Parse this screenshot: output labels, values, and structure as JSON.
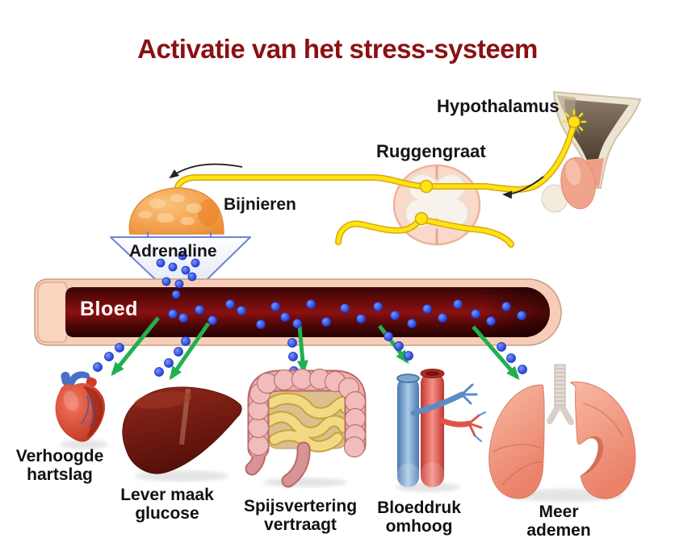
{
  "title": "Activatie van het stress-systeem",
  "labels": {
    "hypothalamus": "Hypothalamus",
    "spinal_cord": "Ruggengraat",
    "adrenal_glands": "Bijnieren",
    "adrenaline": "Adrenaline",
    "blood": "Bloed"
  },
  "effects": [
    {
      "id": "heart",
      "line1": "Verhoogde",
      "line2": "hartslag"
    },
    {
      "id": "liver",
      "line1": "Lever maak",
      "line2": "glucose"
    },
    {
      "id": "intestines",
      "line1": "Spijsvertering",
      "line2": "vertraagt"
    },
    {
      "id": "blood-pressure",
      "line1": "Bloeddruk",
      "line2": "omhoog"
    },
    {
      "id": "lungs",
      "line1": "Meer",
      "line2": "ademen"
    }
  ],
  "colors": {
    "title_text": "#8a1114",
    "label_text": "#151515",
    "blood_label_text": "#ffffff",
    "vessel_wall_pink": "#f7cdb8",
    "vessel_blood_red": "#8c1111",
    "nerve_yellow": "#ffe314",
    "adrenal_orange": "#ee913a",
    "adrenaline_dot_blue": "#2a48d4",
    "arrow_green": "#21b04e",
    "funnel_blue_border": "#6d83d6"
  }
}
